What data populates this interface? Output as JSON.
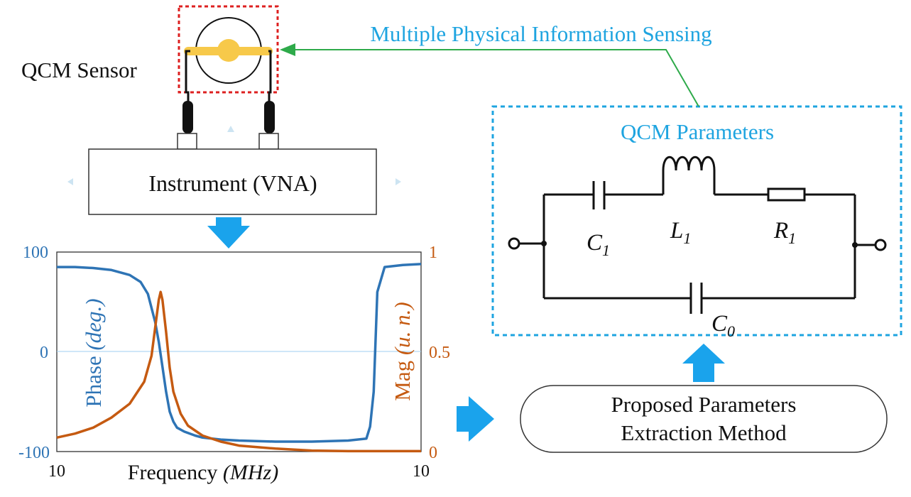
{
  "top_label": "Multiple Physical Information Sensing",
  "sensor_label": "QCM Sensor",
  "instrument_label": "Instrument (VNA)",
  "params_title": "QCM Parameters",
  "components": {
    "c1": "C",
    "c1_sub": "1",
    "l1": "L",
    "l1_sub": "1",
    "r1": "R",
    "r1_sub": "1",
    "c0": "C",
    "c0_sub": "0"
  },
  "method_line1": "Proposed Parameters",
  "method_line2": "Extraction Method",
  "colors": {
    "phase": "#2e74b5",
    "mag": "#c55a11",
    "accent_cyan": "#1ea4e0",
    "arrow_blue": "#1aa3ec",
    "arrow_green": "#2eaa4a",
    "sensor_box": "#dd2020",
    "electrode": "#f7c94a"
  },
  "chart_data": {
    "type": "line",
    "xlabel": "Frequency",
    "xlabel_unit": "(MHz)",
    "x_tick_labels": [
      "10",
      "10"
    ],
    "left_axis": {
      "label": "Phase",
      "unit": "(deg.)",
      "ylim": [
        -100,
        100
      ],
      "ticks": [
        "100",
        "0",
        "-100"
      ]
    },
    "right_axis": {
      "label": "Mag",
      "unit": "(u. n.)",
      "ylim": [
        0,
        1
      ],
      "ticks": [
        "1",
        "0.5",
        "0"
      ]
    },
    "grid": "zero-line only",
    "series": [
      {
        "axis": "left",
        "x": [
          0,
          0.05,
          0.1,
          0.15,
          0.2,
          0.23,
          0.25,
          0.27,
          0.28,
          0.29,
          0.3,
          0.31,
          0.32,
          0.33,
          0.35,
          0.38,
          0.4,
          0.45,
          0.5,
          0.6,
          0.7,
          0.8,
          0.85,
          0.86,
          0.87,
          0.88,
          0.9,
          0.95,
          1.0
        ],
        "values": [
          85,
          85,
          84,
          82,
          77,
          70,
          58,
          30,
          10,
          -15,
          -40,
          -60,
          -70,
          -76,
          -80,
          -84,
          -86,
          -88,
          -89,
          -90,
          -90,
          -89,
          -87,
          -75,
          -40,
          60,
          85,
          87,
          88
        ]
      },
      {
        "axis": "right",
        "x": [
          0,
          0.05,
          0.1,
          0.15,
          0.2,
          0.24,
          0.26,
          0.27,
          0.28,
          0.285,
          0.29,
          0.3,
          0.31,
          0.32,
          0.34,
          0.36,
          0.4,
          0.45,
          0.5,
          0.6,
          0.7,
          0.8,
          0.9,
          1.0
        ],
        "values": [
          0.07,
          0.09,
          0.12,
          0.17,
          0.24,
          0.35,
          0.48,
          0.62,
          0.76,
          0.8,
          0.76,
          0.6,
          0.42,
          0.3,
          0.19,
          0.13,
          0.08,
          0.05,
          0.03,
          0.015,
          0.005,
          0.002,
          0.002,
          0.002
        ]
      }
    ]
  }
}
